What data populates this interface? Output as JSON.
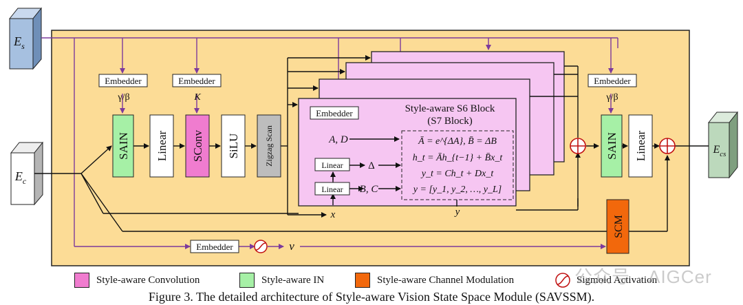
{
  "inputs": {
    "style": {
      "main": "E",
      "sub": "s"
    },
    "content": {
      "main": "E",
      "sub": "c"
    },
    "output": {
      "main": "E",
      "sub": "cs"
    }
  },
  "embedders": {
    "sain1": {
      "label": "Embedder",
      "param": "γ/β"
    },
    "sconv": {
      "label": "Embedder",
      "param": "K"
    },
    "s6": {
      "label": "Embedder"
    },
    "sain2": {
      "label": "Embedder",
      "param": "γ/β"
    },
    "scm": {
      "label": "Embedder"
    }
  },
  "blocks": {
    "sain1": "SAIN",
    "linear1": "Linear",
    "sconv": "SConv",
    "silu": "SiLU",
    "zigzag": "Zigzag Scan",
    "sain2": "SAIN",
    "linear2": "Linear",
    "scm": "SCM"
  },
  "s6block": {
    "title": "Style-aware S6 Block",
    "subtitle": "(S7 Block)",
    "linear_a": "Linear",
    "linear_b": "Linear",
    "delta": "Δ",
    "bc": "B, C",
    "ad": "A, D",
    "x": "x",
    "y": "y",
    "equations": [
      "Ā = e^{ΔA}, B̄ = ΔB",
      "h_t = Āh_{t−1} + B̄x_t",
      "y_t = Ch_t + Dx_t",
      "y = [y_1, y_2, …, y_L]"
    ]
  },
  "scm_signal": "v",
  "legend": [
    {
      "label": "Style-aware Convolution",
      "color": "#f07ccf"
    },
    {
      "label": "Style-aware IN",
      "color": "#a6f0a6"
    },
    {
      "label": "Style-aware Channel Modulation",
      "color": "#f2680c"
    },
    {
      "label": "Sigmoid Activation",
      "color": "#d62020"
    }
  ],
  "caption": "Figure 3. The detailed architecture of Style-aware Vision State Space Module (SAVSSM).",
  "watermark": "公众号 · AIGCer",
  "colors": {
    "panel": "#fcdc96",
    "s6_fill": "#f6c6f2",
    "sconv": "#f07ccf",
    "sain": "#a6f0a6",
    "scm": "#f2680c",
    "zigzag": "#bdbdbd",
    "style_input": "#a6c0e0",
    "output": "#bcd9bc",
    "arrow_purple": "#7c3a9c"
  }
}
